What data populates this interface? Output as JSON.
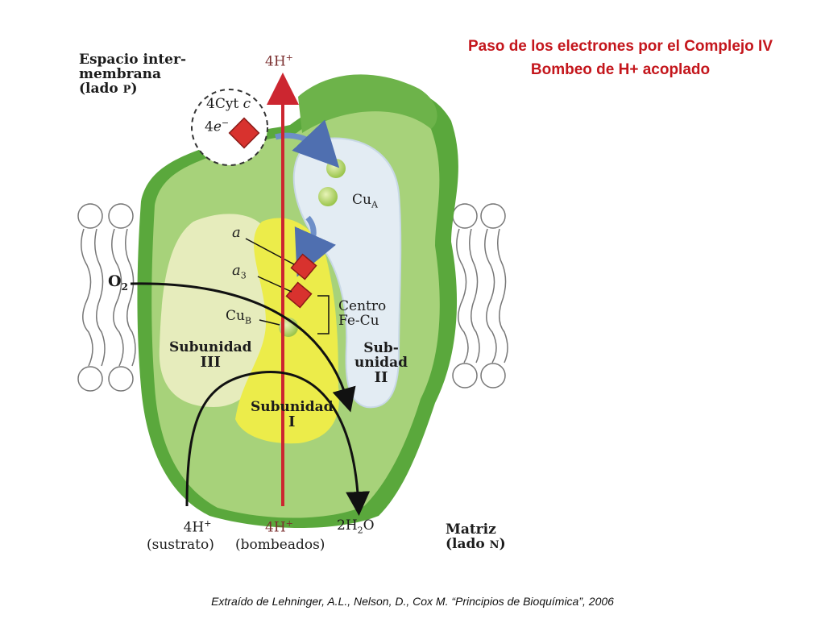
{
  "title": {
    "line1": "Paso de los electrones por el Complejo IV",
    "line2": "Bombeo de H+ acoplado"
  },
  "caption": "Extraído de Lehninger, A.L., Nelson, D., Cox M. “Principios de Bioquímica”, 2006",
  "labels": {
    "intermembrane_space": [
      "Espacio inter-",
      "membrana",
      "(lado"
    ],
    "intermembrane_side_letter": "P",
    "intermembrane_close_paren": ")",
    "proton_top": "4H",
    "plus": "+",
    "cyt_c": "4Cyt",
    "cyt_c_italic": "c",
    "electrons": "4",
    "electrons_italic": "e",
    "minus": "−",
    "cu_a": "Cu",
    "cu_a_sub": "A",
    "heme_a": "a",
    "heme_a3": "a",
    "heme_a3_sub": "3",
    "o2": "O",
    "o2_sub": "2",
    "centro_fe_cu": [
      "Centro",
      "Fe-Cu"
    ],
    "cu_b": "Cu",
    "cu_b_sub": "B",
    "subunit_III": [
      "Subunidad",
      "III"
    ],
    "subunit_II": [
      "Sub-",
      "unidad",
      "II"
    ],
    "subunit_I": [
      "Subunidad",
      "I"
    ],
    "proton_substrate": "4H",
    "substrate_note": "(sustrato)",
    "proton_pumped": "4H",
    "pumped_note": "(bombeados)",
    "water_a": "2H",
    "water_sub": "2",
    "water_b": "O",
    "matrix": [
      "Matriz",
      "(lado"
    ],
    "matrix_side_letter": "N",
    "matrix_close_paren": ")"
  },
  "colors": {
    "title_red": "#c4161c",
    "outer_green": "#5aa83c",
    "inner_green": "#a7d27a",
    "subunit_I_yellow": "#ecec4a",
    "subunit_II_blue": "#e3ecf3",
    "proton_arrow": "#cc2630",
    "heme_red": "#d8322e",
    "electron_path_blue": "#6e8fc8"
  }
}
